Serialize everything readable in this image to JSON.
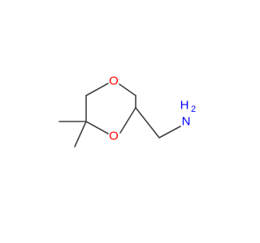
{
  "molecule": {
    "atoms": {
      "o_ring_top": "O",
      "o_ring_left": "O",
      "amine_n": "N",
      "amine_h": "H",
      "amine_h_count": "2"
    },
    "colors": {
      "oxygen": "#ff0000",
      "nitrogen": "#0000ff",
      "bond": "#404040",
      "background": "#ffffff"
    }
  }
}
